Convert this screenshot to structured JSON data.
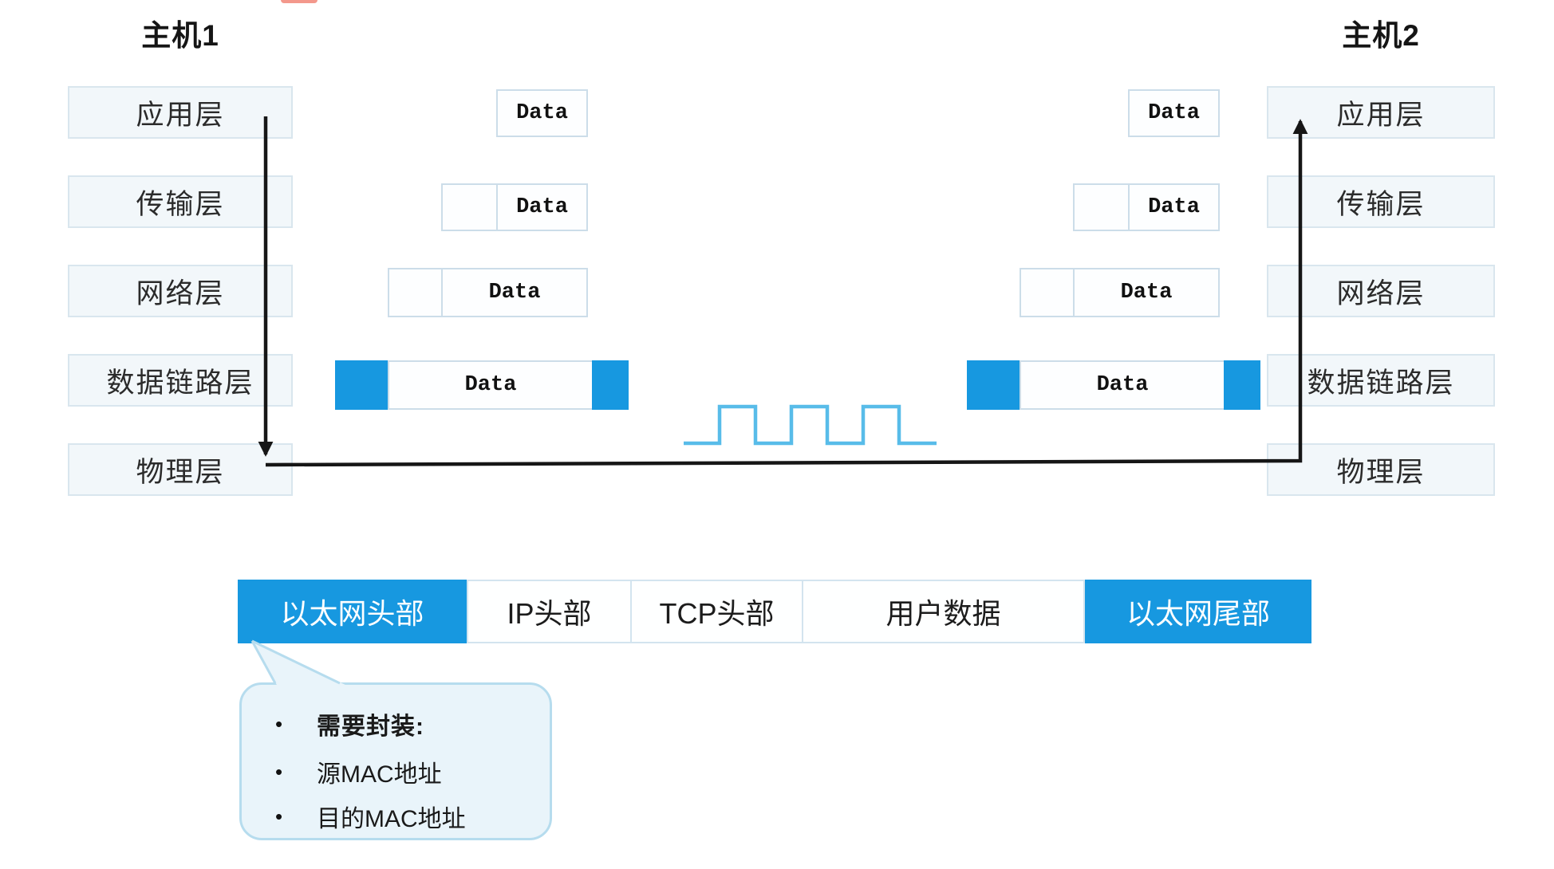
{
  "host1": {
    "title": "主机1",
    "layers": [
      "应用层",
      "传输层",
      "网络层",
      "数据链路层",
      "物理层"
    ]
  },
  "host2": {
    "title": "主机2",
    "layers": [
      "应用层",
      "传输层",
      "网络层",
      "数据链路层",
      "物理层"
    ]
  },
  "packet": {
    "data_label": "Data"
  },
  "frame": {
    "segments": [
      {
        "label": "以太网头部",
        "highlight": true
      },
      {
        "label": "IP头部",
        "highlight": false
      },
      {
        "label": "TCP头部",
        "highlight": false
      },
      {
        "label": "用户数据",
        "highlight": false
      },
      {
        "label": "以太网尾部",
        "highlight": true
      }
    ]
  },
  "callout": {
    "bullet": "•",
    "items": [
      {
        "text": "需要封装:"
      },
      {
        "text": "源MAC地址"
      },
      {
        "text": "目的MAC地址"
      }
    ]
  },
  "colors": {
    "accent_blue": "#1798e0",
    "waveform_blue": "#58bce9",
    "layer_box_fill": "#f2f7fa",
    "layer_box_border": "#d9e6ee",
    "callout_fill": "#e9f4fa",
    "callout_border": "#b6dcee",
    "arrow_black": "#161616"
  }
}
